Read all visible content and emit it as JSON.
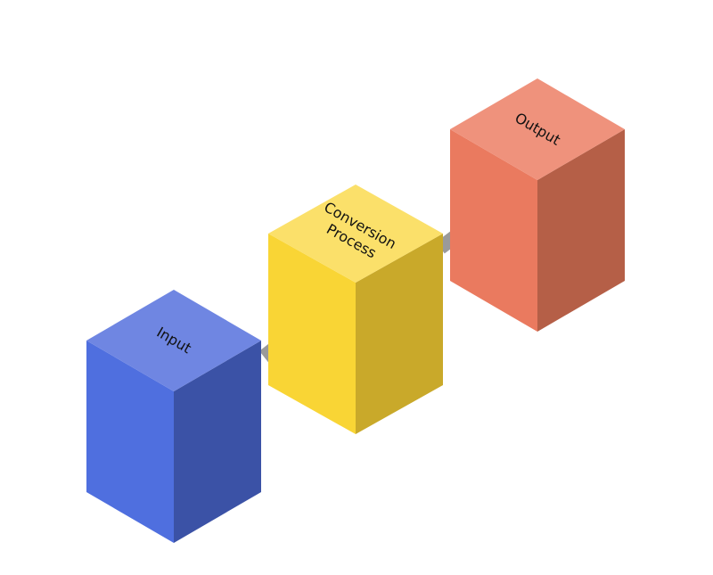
{
  "diagram": {
    "boxes": [
      {
        "id": "input",
        "label_lines": [
          "Input"
        ],
        "colors": {
          "top": "#6f86e2",
          "left": "#4f6fdf",
          "right": "#3b52a6"
        }
      },
      {
        "id": "conversion",
        "label_lines": [
          "Conversion",
          "Process"
        ],
        "colors": {
          "top": "#fbe06a",
          "left": "#f9d535",
          "right": "#c9a92a"
        }
      },
      {
        "id": "output",
        "label_lines": [
          "Output"
        ],
        "colors": {
          "top": "#ef927c",
          "left": "#ea7a5f",
          "right": "#b55f47"
        }
      }
    ],
    "arrows": [
      {
        "from": "input",
        "to": "conversion",
        "color": "#9a9a9a"
      },
      {
        "from": "conversion",
        "to": "output",
        "color": "#9a9a9a"
      }
    ],
    "label_color": "#111111"
  }
}
